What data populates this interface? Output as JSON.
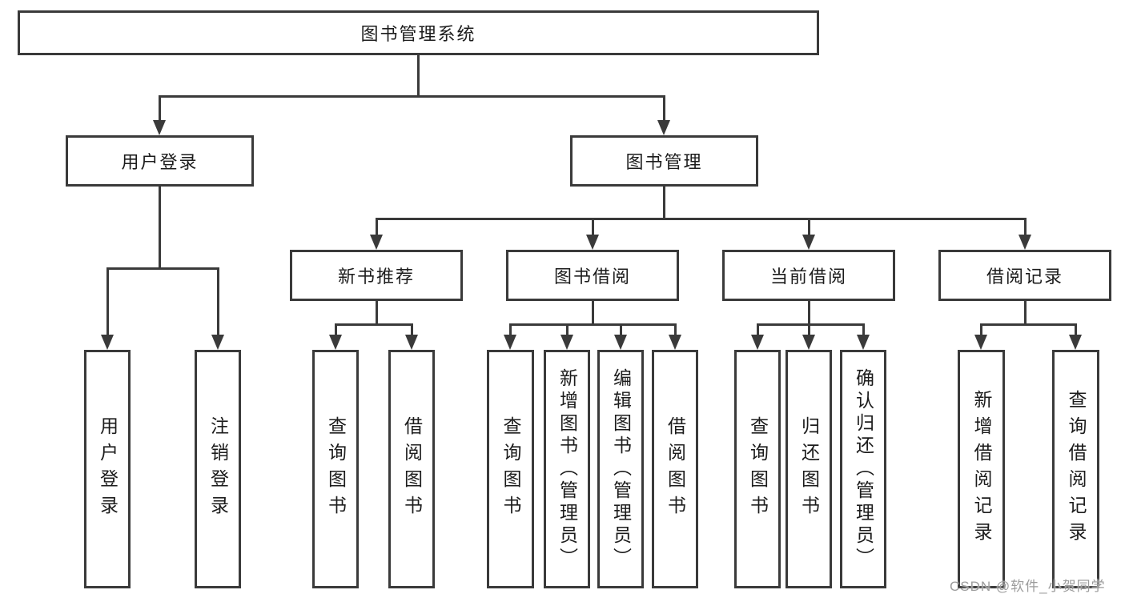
{
  "nodes": {
    "root": {
      "label": "图书管理系统"
    },
    "user_login": {
      "label": "用户登录"
    },
    "book_mgmt": {
      "label": "图书管理"
    },
    "new_book_rec": {
      "label": "新书推荐"
    },
    "book_borrow": {
      "label": "图书借阅"
    },
    "current_borrow": {
      "label": "当前借阅"
    },
    "borrow_record": {
      "label": "借阅记录"
    },
    "leaf_user_login": {
      "label": "用户登录"
    },
    "leaf_logout": {
      "label": "注销登录"
    },
    "rec_query_book": {
      "label": "查询图书"
    },
    "rec_borrow_book": {
      "label": "借阅图书"
    },
    "bb_query_book": {
      "label": "查询图书"
    },
    "bb_add_book": {
      "label": "新增图书（管理员）"
    },
    "bb_edit_book": {
      "label": "编辑图书（管理员）"
    },
    "bb_borrow_book": {
      "label": "借阅图书"
    },
    "cb_query_book": {
      "label": "查询图书"
    },
    "cb_return_book": {
      "label": "归还图书"
    },
    "cb_confirm_return": {
      "label": "确认归还（管理员）"
    },
    "br_add_record": {
      "label": "新增借阅记录"
    },
    "br_query_record": {
      "label": "查询借阅记录"
    }
  },
  "watermark": {
    "text": "CSDN @软件_小贺同学"
  },
  "colors": {
    "line": "#3a3a3a",
    "text": "#1c1c1c",
    "watermark": "#9c9c9c",
    "background": "#ffffff"
  }
}
